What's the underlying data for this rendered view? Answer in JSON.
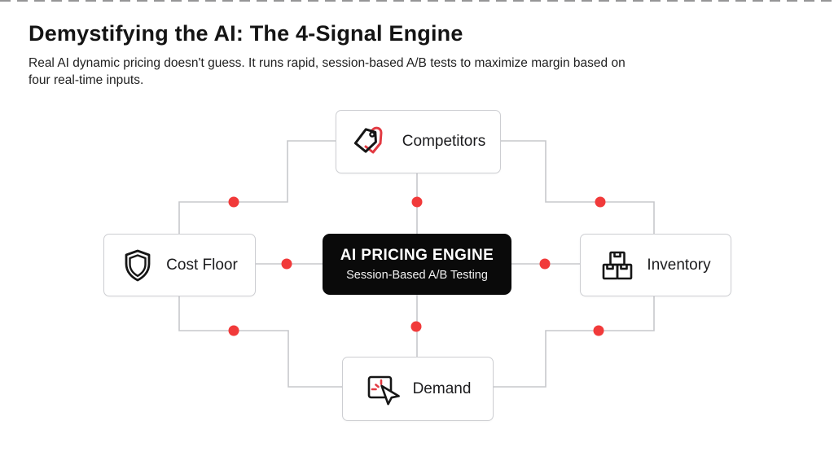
{
  "page": {
    "title": "Demystifying the AI: The 4-Signal Engine",
    "subtitle": "Real AI dynamic pricing doesn't guess. It runs rapid, session-based A/B tests to maximize margin based on four real-time inputs."
  },
  "diagram": {
    "center": {
      "title": "AI PRICING ENGINE",
      "subtitle": "Session-Based A/B Testing"
    },
    "nodes": [
      {
        "id": "competitors",
        "label": "Competitors",
        "icon": "price-tags-icon"
      },
      {
        "id": "cost-floor",
        "label": "Cost Floor",
        "icon": "shield-icon"
      },
      {
        "id": "inventory",
        "label": "Inventory",
        "icon": "boxes-icon"
      },
      {
        "id": "demand",
        "label": "Demand",
        "icon": "cursor-click-icon"
      }
    ],
    "connector_dot_count": 8,
    "colors": {
      "accent_red": "#F13A3A",
      "line_gray": "#C7C8CC",
      "engine_background": "#0A0A0A",
      "node_border": "#CDCED2"
    }
  }
}
